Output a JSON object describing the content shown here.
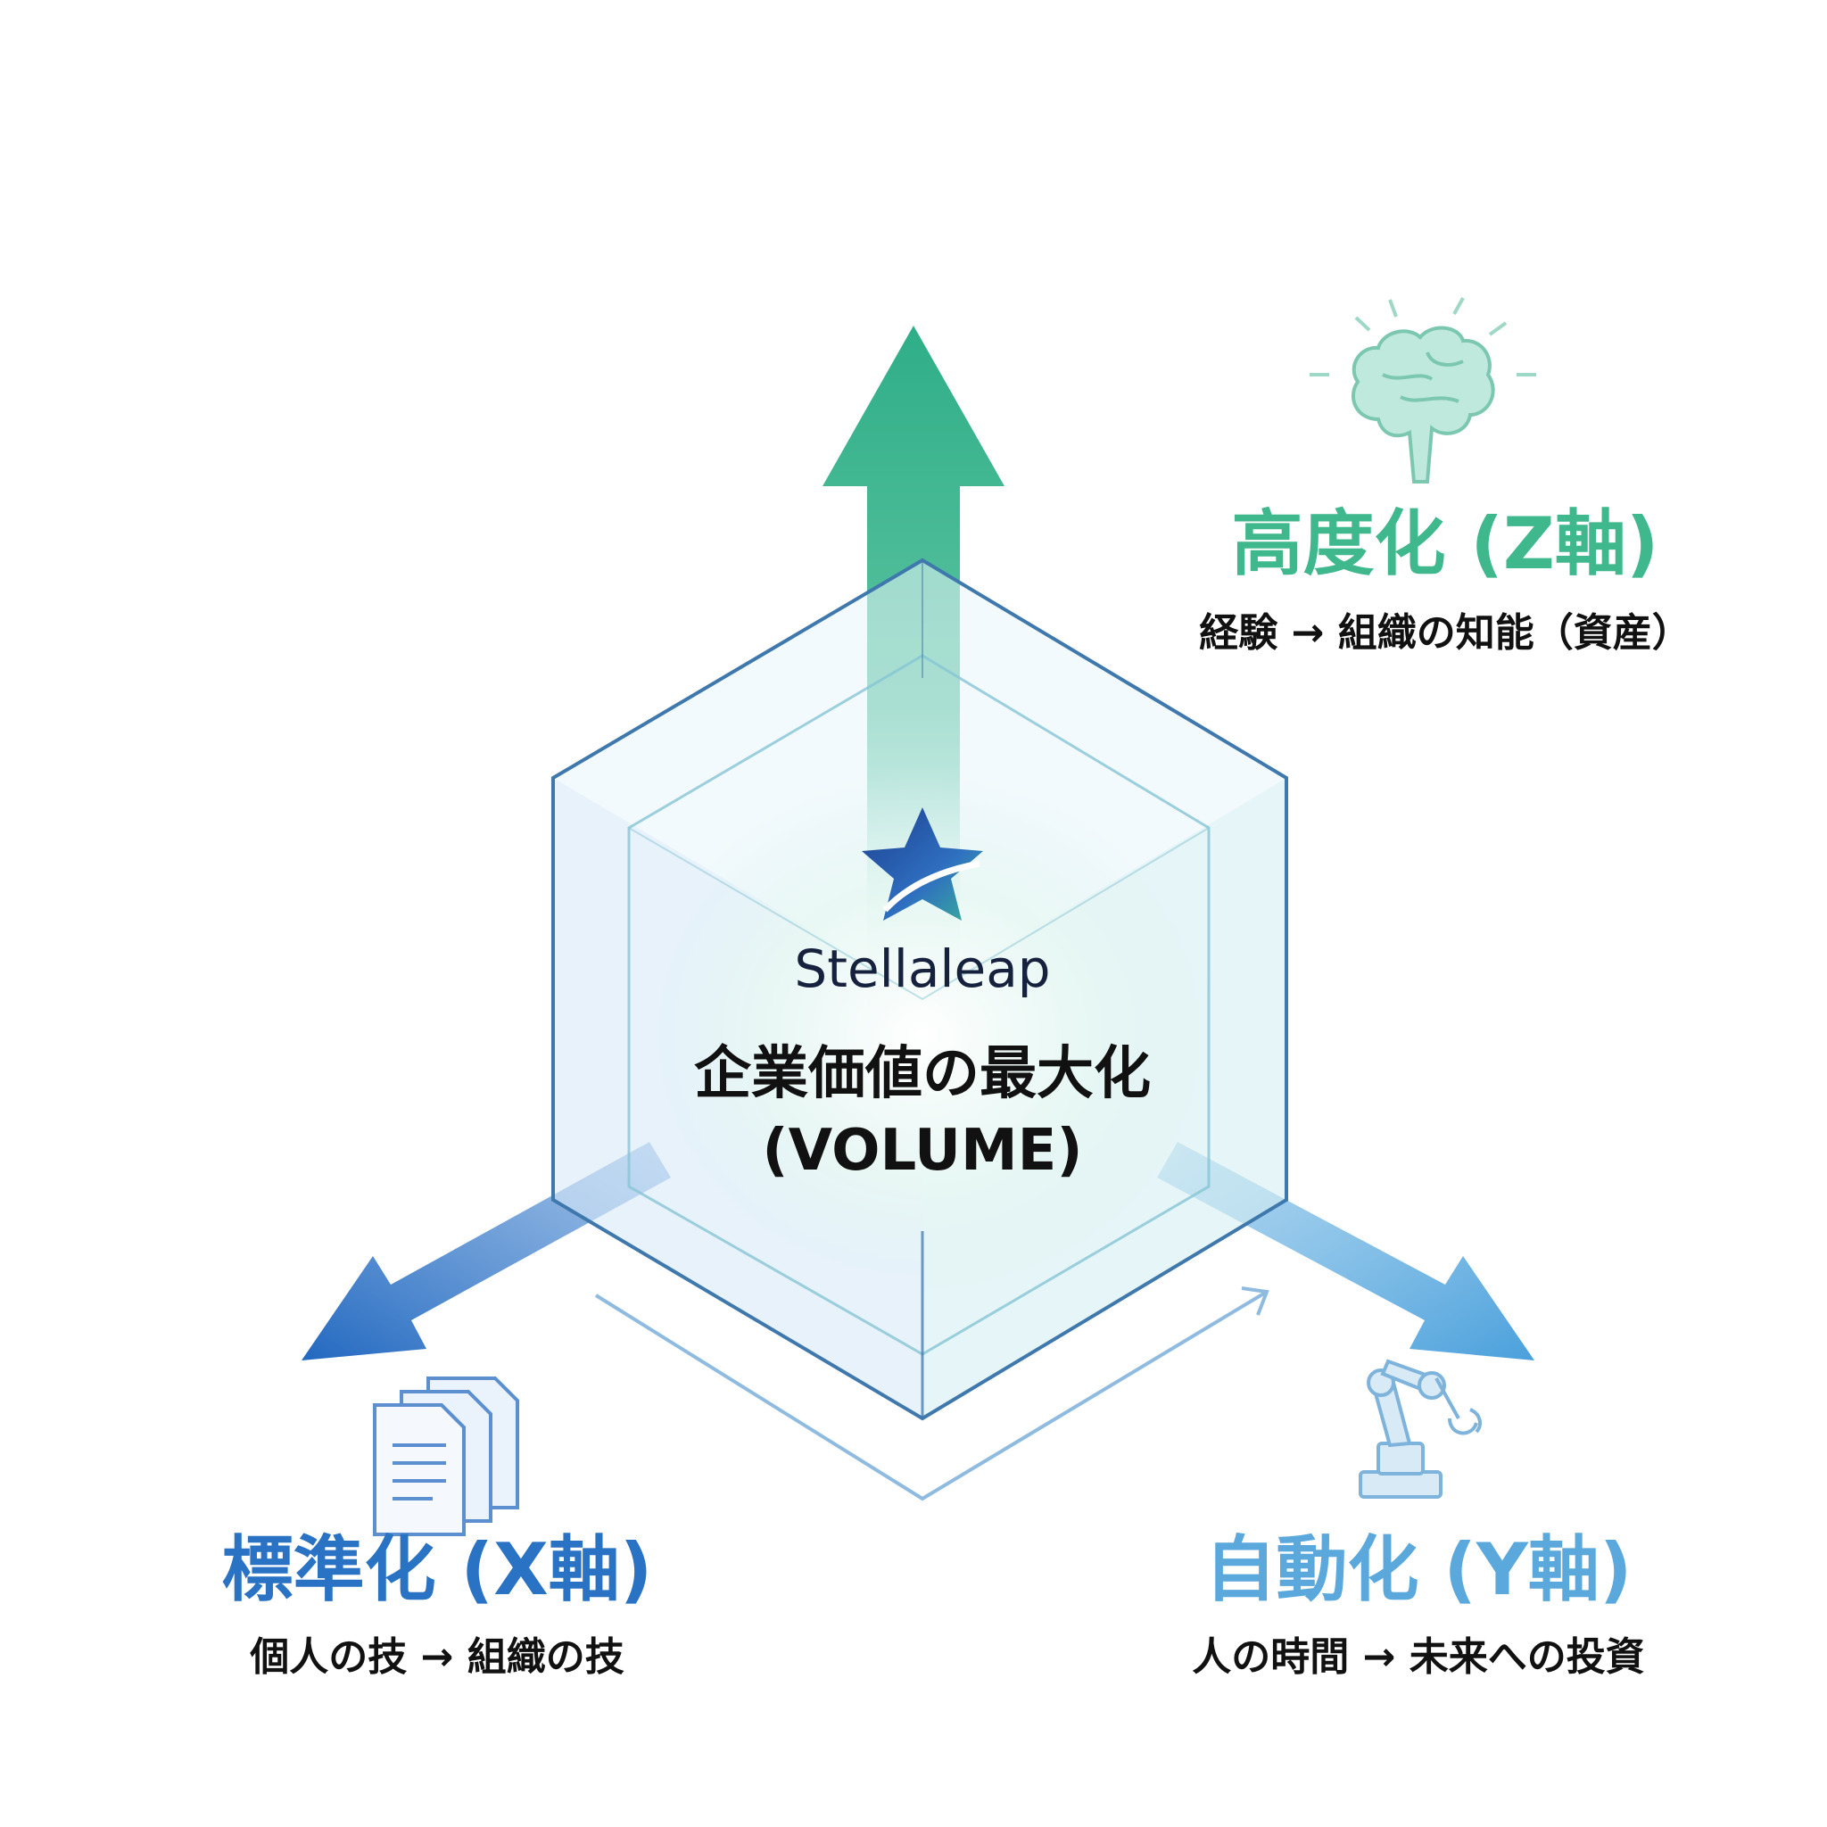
{
  "colors": {
    "z_axis": "#3fb88e",
    "x_axis": "#2a72c4",
    "y_axis": "#5aa8dc",
    "cube_edge": "#3f78ad",
    "text_dark": "#111111",
    "brand_dark": "#16213e"
  },
  "center": {
    "brand": "Stellaleap",
    "title": "企業価値の最大化",
    "subtitle": "(VOLUME)",
    "logo_icon": "star-logo-icon"
  },
  "axes": {
    "z": {
      "title": "高度化 (Z軸)",
      "subtitle": "経験 → 組織の知能（資産）",
      "icon": "brain-icon"
    },
    "x": {
      "title": "標準化 (X軸)",
      "subtitle": "個人の技 → 組織の技",
      "icon": "documents-icon"
    },
    "y": {
      "title": "自動化 (Y軸)",
      "subtitle": "人の時間 → 未来への投資",
      "icon": "robot-arm-icon"
    }
  }
}
